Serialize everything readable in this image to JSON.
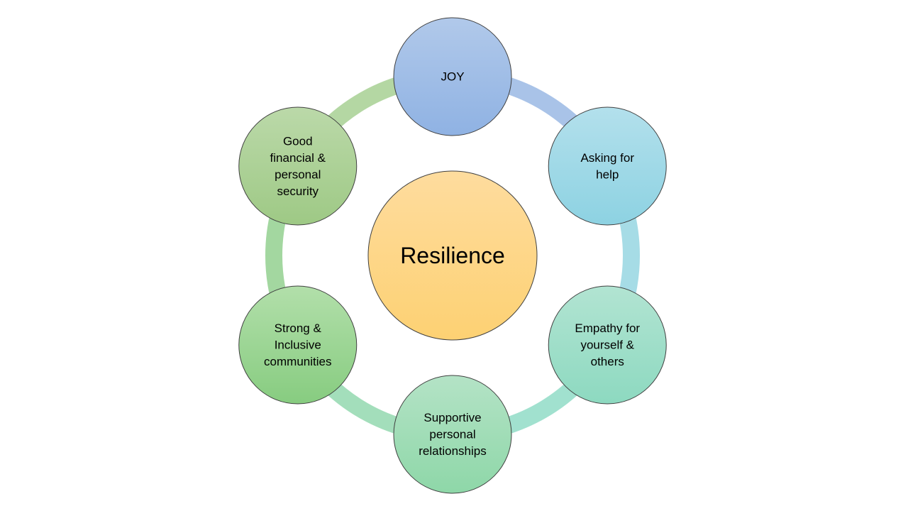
{
  "diagram": {
    "center": {
      "label": "Resilience",
      "color_top": "#FEDC9E",
      "color_bottom": "#FDD173"
    },
    "nodes": [
      {
        "id": "joy",
        "lines": [
          "JOY"
        ],
        "color_top": "#B1C9EA",
        "color_bottom": "#8FB2E3"
      },
      {
        "id": "asking-for-help",
        "lines": [
          "Asking for",
          "help"
        ],
        "color_top": "#B3E0EC",
        "color_bottom": "#8DD2E2"
      },
      {
        "id": "empathy",
        "lines": [
          "Empathy for",
          "yourself &",
          "others"
        ],
        "color_top": "#B2E4D2",
        "color_bottom": "#8DD9C0"
      },
      {
        "id": "supportive-relationships",
        "lines": [
          "Supportive",
          "personal",
          "relationships"
        ],
        "color_top": "#B4E3C6",
        "color_bottom": "#8ED7A8"
      },
      {
        "id": "strong-communities",
        "lines": [
          "Strong &",
          "Inclusive",
          "communities"
        ],
        "color_top": "#B2DFAA",
        "color_bottom": "#87CC80"
      },
      {
        "id": "financial-security",
        "lines": [
          "Good",
          "financial &",
          "personal",
          "security"
        ],
        "color_top": "#BBD9A9",
        "color_bottom": "#9EC985"
      }
    ],
    "ring_segment_colors": [
      "#A9C3E8",
      "#A6DCE6",
      "#A1E1CF",
      "#A3DEBB",
      "#A3D7A0",
      "#B4D7A3"
    ],
    "outline_color": "#404040"
  }
}
